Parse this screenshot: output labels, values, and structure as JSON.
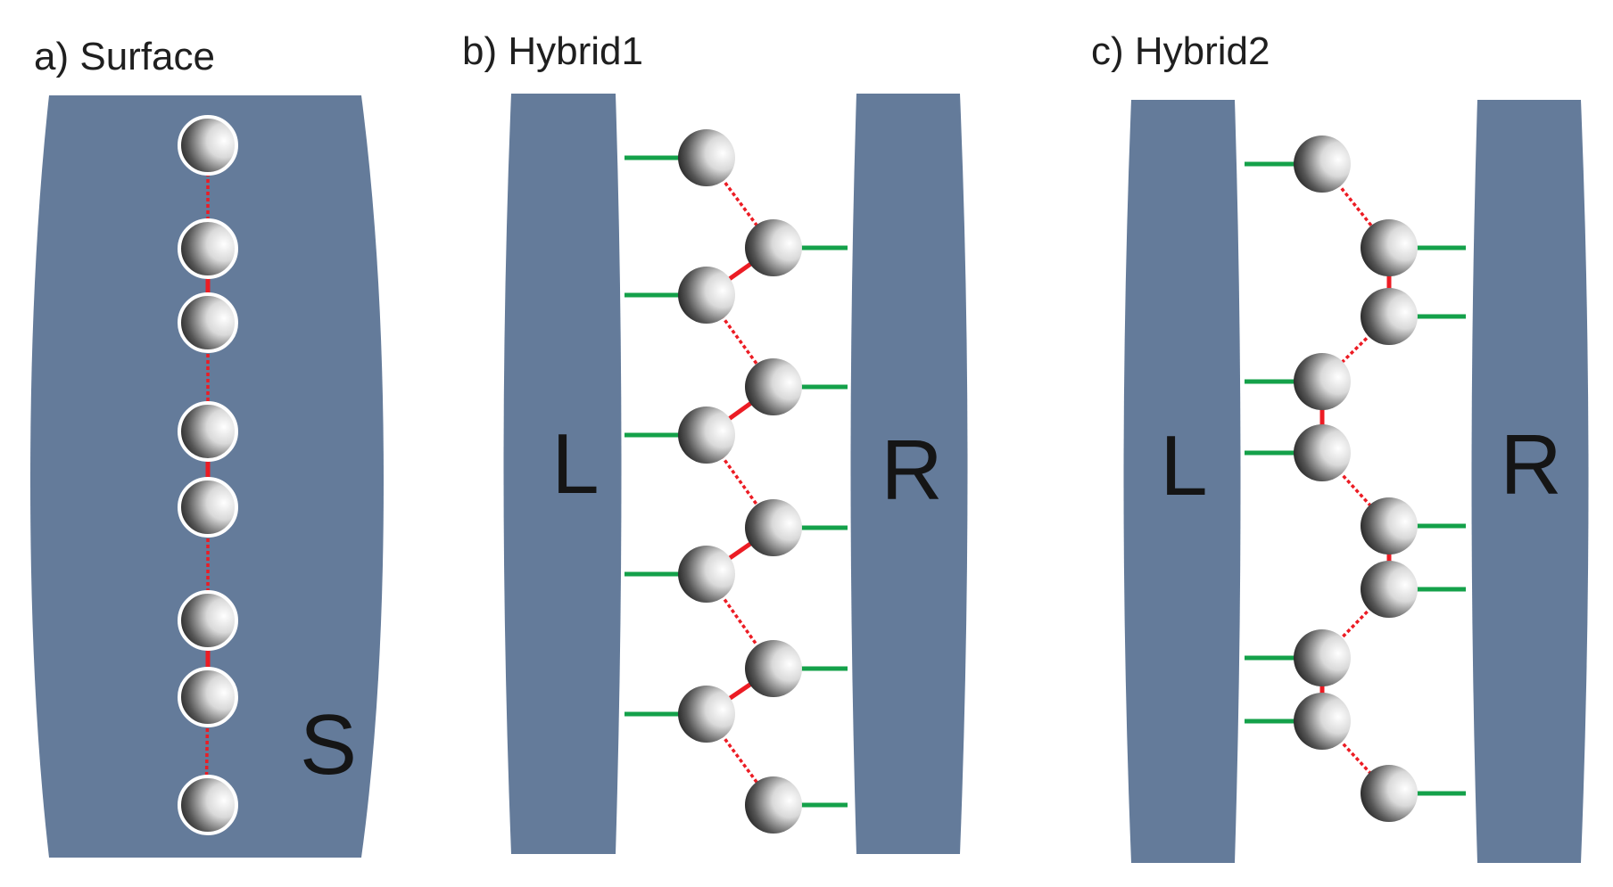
{
  "colors": {
    "electrode": "#647b9a",
    "bond": "#14a14a",
    "chain": "#ec1c24",
    "ball_light": "#ffffff",
    "ball_dark": "#1c1c1c",
    "ring": "#ffffff",
    "text": "#1f1f1f"
  },
  "panels": [
    {
      "id": "surface",
      "title": "a) Surface",
      "labels": [
        "S"
      ]
    },
    {
      "id": "hybrid1",
      "title": "b) Hybrid1",
      "labels": [
        "L",
        "R"
      ]
    },
    {
      "id": "hybrid2",
      "title": "c) Hybrid2",
      "labels": [
        "L",
        "R"
      ]
    }
  ]
}
